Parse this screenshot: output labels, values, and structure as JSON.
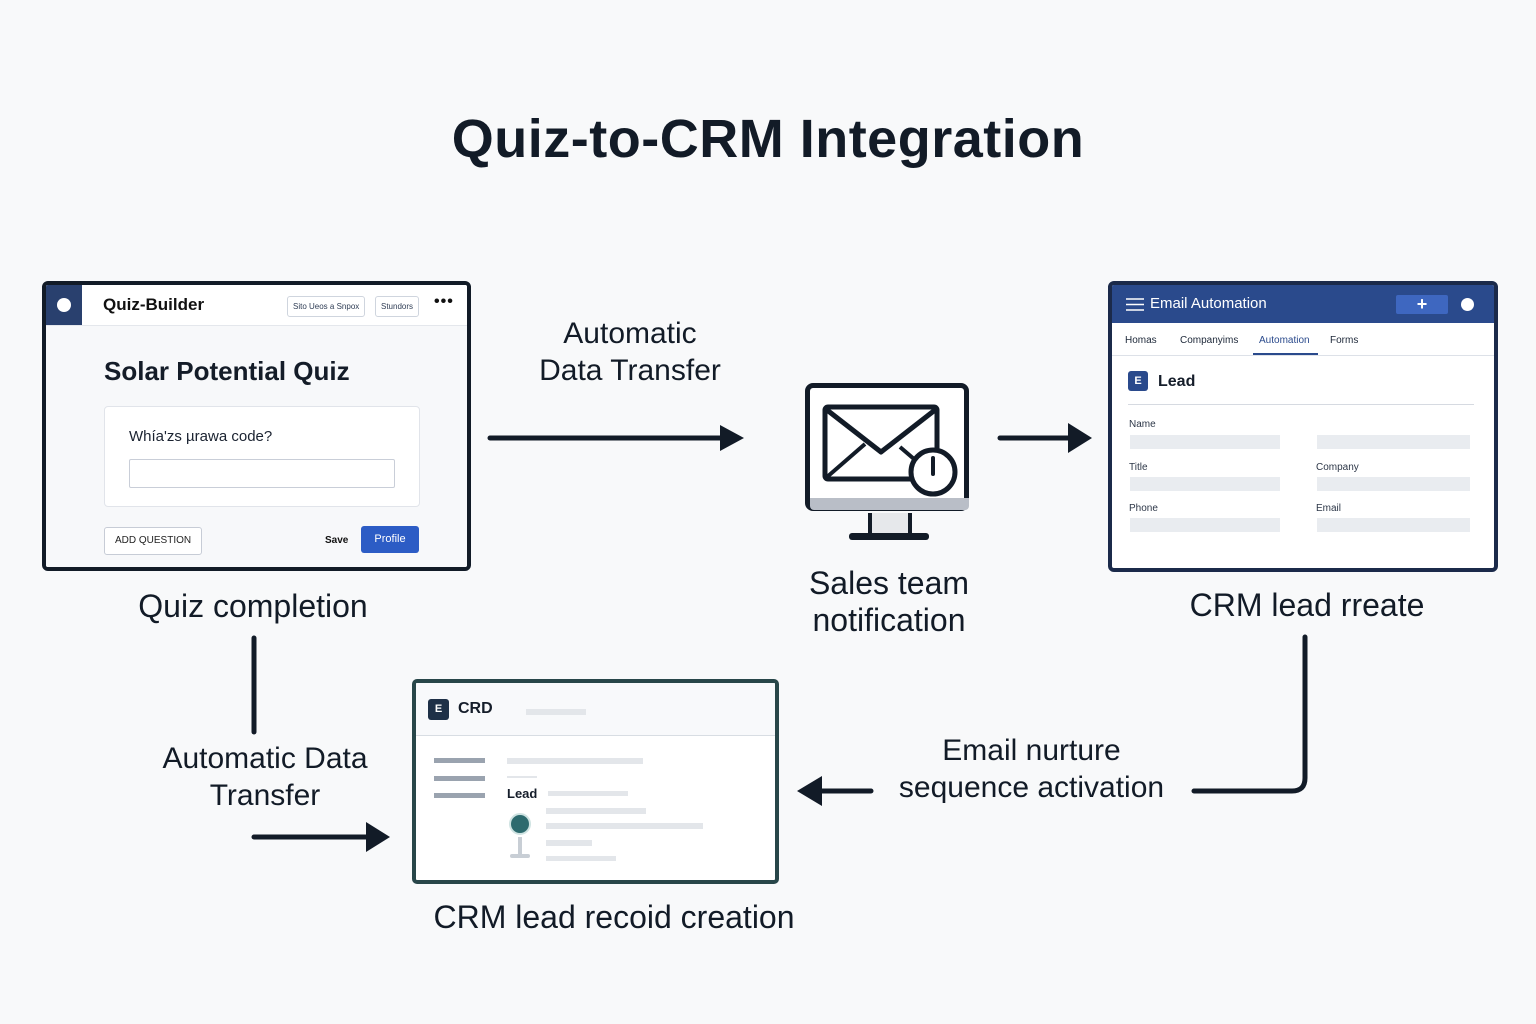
{
  "title": "Quiz-to-CRM Integration",
  "quiz_builder": {
    "app_name": "Quiz-Builder",
    "top_buttons": [
      "Sito Ueos a Snpox",
      "Stundors"
    ],
    "more": "•••",
    "quiz_title": "Solar Potential Quiz",
    "question": "Whía'zs µrawa code?",
    "input_value": "",
    "add_question": "ADD QUESTION",
    "save": "Save",
    "profile": "Profile",
    "caption": "Quiz completion"
  },
  "transfer_top_label": "Automatic\nData Transfer",
  "monitor_caption": "Sales team\nnotification",
  "email_automation": {
    "title": "Email Automation",
    "plus": "+",
    "tabs": [
      "Homas",
      "Companyims",
      "Automation",
      "Forms"
    ],
    "active_tab": "Automation",
    "badge": "E",
    "section": "Lead",
    "fields": {
      "name": "Name",
      "title": "Title",
      "company": "Company",
      "phone": "Phone",
      "email": "Email"
    },
    "caption": "CRM lead rreate"
  },
  "transfer_bottom_label": "Automatic Data\nTransfer",
  "nurture_label": "Email nurture\nsequence activation",
  "crd": {
    "badge": "E",
    "title": "CRD",
    "lead": "Lead",
    "caption": "CRM lead recoid creation"
  },
  "colors": {
    "background": "#f8f9fa",
    "ink": "#121b27",
    "accent_blue": "#2c5cc5",
    "header_blue": "#2a4a8c",
    "teal_frame": "#284649"
  }
}
